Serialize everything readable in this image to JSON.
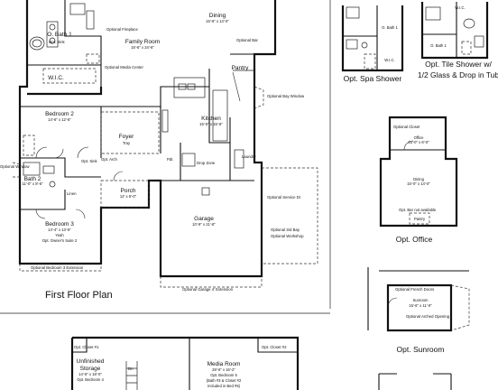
{
  "first_floor": {
    "title": "First Floor Plan",
    "rooms": {
      "dining": {
        "name": "Dining",
        "size": "15'-6\" x 14'-0\""
      },
      "family_room": {
        "name": "Family Room",
        "size": "16'-6\" x 24'-6\""
      },
      "o_bath_1": {
        "name": "O. Bath 1"
      },
      "wic": {
        "name": "W.I.C."
      },
      "pantry": {
        "name": "Pantry"
      },
      "bedroom_2": {
        "name": "Bedroom 2",
        "size": "14'-6\" x 12'-6\""
      },
      "foyer": {
        "name": "Foyer",
        "detail": "Tray"
      },
      "kitchen": {
        "name": "Kitchen",
        "size": "15'-5\" x 15'-6\""
      },
      "bath_2": {
        "name": "Bath 2",
        "size": "11'-0\" x 8'-6\""
      },
      "porch": {
        "name": "Porch",
        "size": "12' x 8'-0\""
      },
      "garage": {
        "name": "Garage",
        "size": "10'-9\" x 21'-8\""
      },
      "bedroom_3": {
        "name": "Bedroom 3",
        "size": "14'-4\" x 13'-6\"",
        "note_1": "Yeah",
        "note_2": "Opt. Owner's Suite 2"
      }
    },
    "notes": {
      "opt_sink": "Opt. Sink",
      "opt_fireplace": "Optional Fireplace",
      "opt_media_center": "Optional Media Center",
      "optional_bar": "Optional Bar",
      "optional_bay_window": "Optional Bay Window",
      "pdr": "Pdr.",
      "drop_zone": "Drop Zone",
      "laundry": "Laundry",
      "optional_window": "Optional Window",
      "opt_sink_2": "Opt. Sink",
      "opt_arch": "Opt. Arch",
      "linen": "Linen",
      "optional_service_dr": "Optional Service Dr",
      "optional_3rd_bay": "Optional 3rd Bay",
      "optional_workshop": "Optional Workshop",
      "opt_bedroom_3_extension": "Optional Bedroom 3 Extension",
      "opt_garage_4_extension": "Optional Garage 4' Extension"
    }
  },
  "spa_shower": {
    "room_label": "O. Bath 1",
    "wic_label": "W.I.C.",
    "caption": "Opt. Spa Shower"
  },
  "tile_shower": {
    "wic_label": "W.I.C.",
    "room_label": "O. Bath 1",
    "caption_1": "Opt. Tile Shower w/",
    "caption_2": "1/2 Glass & Drop in Tub"
  },
  "office": {
    "office_label": "Office",
    "office_size": "15'-0\" x 8'-0\"",
    "dining_label": "Dining",
    "dining_size": "15'-0\" x 14'-0\"",
    "pantry_label": "Pantry",
    "caption": "Opt. Office",
    "notes": {
      "opt_closet": "Optional Closet",
      "opt_bar": "Opt. Bar not available"
    }
  },
  "sunroom": {
    "room_label": "Sunroom",
    "room_size": "15'-6\" x 11'-0\"",
    "caption": "Opt. Sunroom",
    "notes": {
      "optional_french_doors": "Optional French Doors",
      "optional_arched_opening": "Optional Arched Opening"
    }
  },
  "second_floor": {
    "opt_closet_1": "Opt. Closet #1",
    "opt_closet_2": "Opt. Closet #2",
    "dn": "Dn",
    "unfinished_storage": {
      "line_1": "Unfinished",
      "line_2": "Storage",
      "size": "14'-6\" x 18'-0\"",
      "note": "Opt. Bedroom 4"
    },
    "media_room": {
      "name": "Media Room",
      "size": "28'-6\" x 16'-2\"",
      "note_1": "Opt. Bedroom 5",
      "note_2": "(Bath #3 & Closet #2",
      "note_3": "Included in Bed #5)"
    }
  }
}
